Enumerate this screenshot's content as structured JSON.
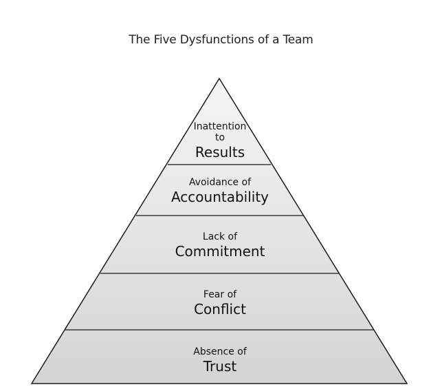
{
  "title": "The Five Dysfunctions of a Team",
  "levels": [
    {
      "small_line_1": "Inattention",
      "small_line_2": "to",
      "big": "Results"
    },
    {
      "small_line_1": "Avoidance of",
      "big": "Accountability"
    },
    {
      "small_line_1": "Lack of",
      "big": "Commitment"
    },
    {
      "small_line_1": "Fear of",
      "big": "Conflict"
    },
    {
      "small_line_1": "Absence of",
      "big": "Trust"
    }
  ],
  "colors": {
    "outline": "#1a1a1a",
    "gradient_top": "#f5f5f5",
    "gradient_bottom": "#d4d4d4"
  }
}
